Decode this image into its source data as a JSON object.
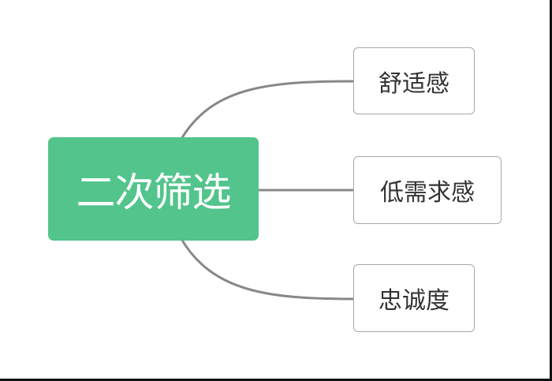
{
  "root": {
    "label": "二次筛选",
    "color": "#52c48c"
  },
  "children": [
    {
      "label": "舒适感"
    },
    {
      "label": "低需求感"
    },
    {
      "label": "忠诚度"
    }
  ],
  "connector_color": "#888888"
}
